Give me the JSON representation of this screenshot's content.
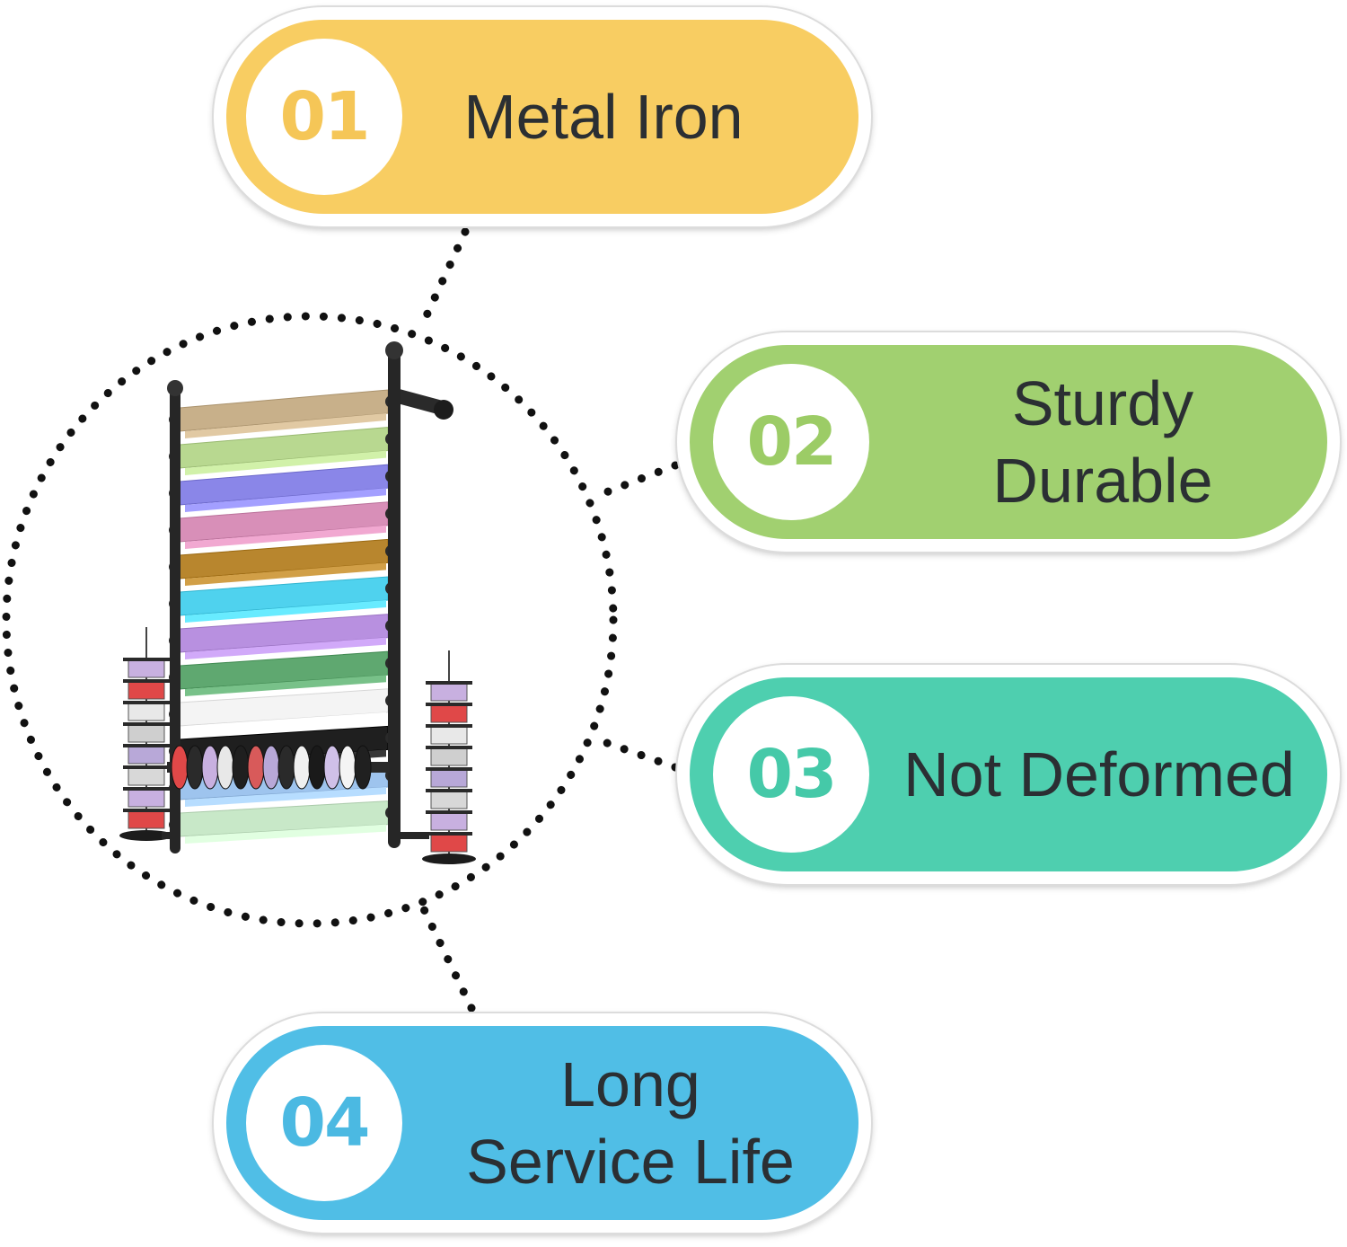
{
  "features": [
    {
      "number": "01",
      "lines": [
        "Metal Iron"
      ],
      "color": "#f8cd62",
      "number_color": "#f5c657"
    },
    {
      "number": "02",
      "lines": [
        "Sturdy",
        "Durable"
      ],
      "color": "#a1d070",
      "number_color": "#9ccc66"
    },
    {
      "number": "03",
      "lines": [
        "Not Deformed"
      ],
      "color": "#4ecfaf",
      "number_color": "#45c9a8"
    },
    {
      "number": "04",
      "lines": [
        "Long",
        "Service Life"
      ],
      "color": "#50bee6",
      "number_color": "#4bb9e2"
    }
  ],
  "product": {
    "icon": "wall-mounted-roll-holder-rack",
    "roll_colors": [
      "#c8b08a",
      "#b8d890",
      "#8a86e8",
      "#d88fb8",
      "#b8862e",
      "#4fd2ee",
      "#b890e0",
      "#5fa870",
      "#f4f4f4",
      "#1f1f1f",
      "#9ec4ee",
      "#c8e8c8"
    ],
    "spool_colors": [
      "#e8e8e8",
      "#cfcfcf",
      "#b8a8d8",
      "#d8d8d8",
      "#c8b0e0",
      "#e04848"
    ]
  }
}
